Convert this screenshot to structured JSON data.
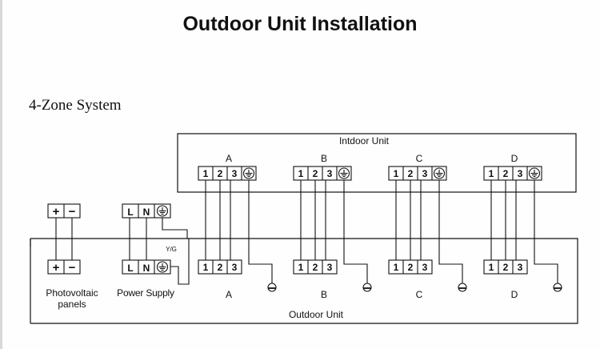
{
  "title": "Outdoor Unit Installation",
  "section_title": "4-Zone System",
  "indoor_unit": {
    "label": "Intdoor Unit",
    "zones": [
      "A",
      "B",
      "C",
      "D"
    ],
    "terminals": [
      "1",
      "2",
      "3"
    ],
    "ground_icon": "ground-terminal-icon"
  },
  "outdoor_unit": {
    "label": "Outdoor Unit",
    "zones": [
      "A",
      "B",
      "C",
      "D"
    ],
    "terminals": [
      "1",
      "2",
      "3"
    ],
    "earth_icon": "earth-ground-icon"
  },
  "photovoltaic": {
    "terminals": [
      "+",
      "−"
    ],
    "label_line1": "Photovoltaic",
    "label_line2": "panels"
  },
  "power_supply": {
    "terminals": [
      "L",
      "N"
    ],
    "label": "Power Supply",
    "yg_label": "Y/G"
  },
  "colors": {
    "line": "#111111",
    "background": "#fefefe",
    "strip": "#d9d9d9"
  }
}
